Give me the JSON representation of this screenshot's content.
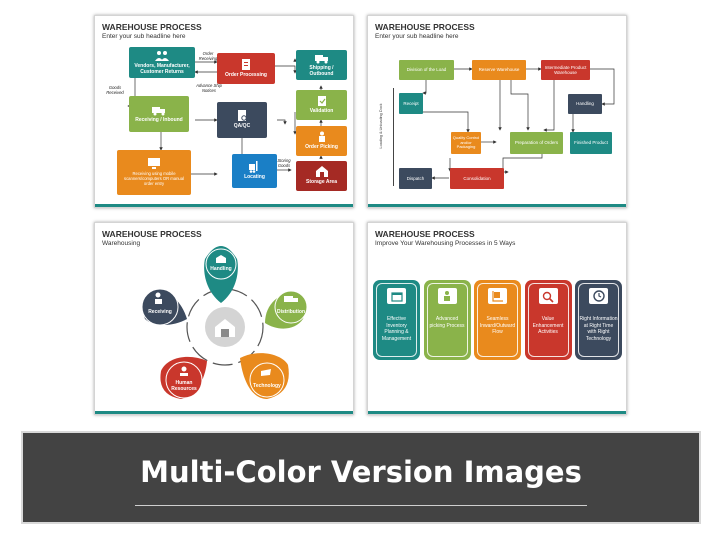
{
  "colors": {
    "teal": "#1e8a84",
    "green": "#8ab34a",
    "red": "#c9372c",
    "navy": "#3c4a5e",
    "orange": "#e98a1d",
    "dark_red": "#a52a24",
    "banner": "#434343"
  },
  "slide1": {
    "title": "WAREHOUSE PROCESS",
    "subtitle": "Enter your sub headline here",
    "nodes": {
      "vendors": "Vendors, Manufacturer, Customer Returns",
      "order_processing": "Order Processing",
      "shipping": "Shipping / Outbound",
      "receiving": "Receiving / Inbound",
      "qa": "QA/QC",
      "validation": "Validation",
      "order_picking": "Order Picking",
      "locating": "Locating",
      "storage": "Storage Area",
      "scan": "Receiving using mobile scanners/computers OR manual order entry"
    },
    "tags": {
      "order_receiving": "Order Receiving",
      "advance_ship": "Advance Ship Notices",
      "goods_received": "Goods Received",
      "storing_goods": "Storing Goods"
    }
  },
  "slide2": {
    "title": "WAREHOUSE PROCESS",
    "subtitle": "Enter your sub headline here",
    "side_label": "Loading & Unloading Dock",
    "boxes": {
      "division": "Division of the Load",
      "reserve": "Reserve Warehouse",
      "intermediate": "Intermediate Product Warehouse",
      "receipt": "Receipt",
      "handling": "Handling",
      "quality": "Quality Control and/or Packaging",
      "preparation": "Preparation of Orders",
      "finished": "Finished Product",
      "dispatch": "Dispatch",
      "consolidation": "Consolidation"
    }
  },
  "slide3": {
    "title": "WAREHOUSE PROCESS",
    "subtitle": "Warehousing",
    "petals": {
      "handling": "Handling",
      "distribution": "Distribution",
      "technology": "Technology",
      "human_resources": "Human Resources",
      "receiving": "Receiving"
    }
  },
  "slide4": {
    "title": "WAREHOUSE PROCESS",
    "subtitle": "Improve Your Warehousing Processes in 5 Ways",
    "cards": [
      {
        "text": "Effective Inventory Planning & Management",
        "color": "#1e8a84"
      },
      {
        "text": "Advanced picking Process",
        "color": "#8ab34a"
      },
      {
        "text": "Seamless Inward/Outward Flow",
        "color": "#e98a1d"
      },
      {
        "text": "Value Enhancement Activities",
        "color": "#c9372c"
      },
      {
        "text": "Right Information at Right Time with Right Technology",
        "color": "#3c4a5e"
      }
    ]
  },
  "banner": {
    "title": "Multi-Color Version Images"
  }
}
